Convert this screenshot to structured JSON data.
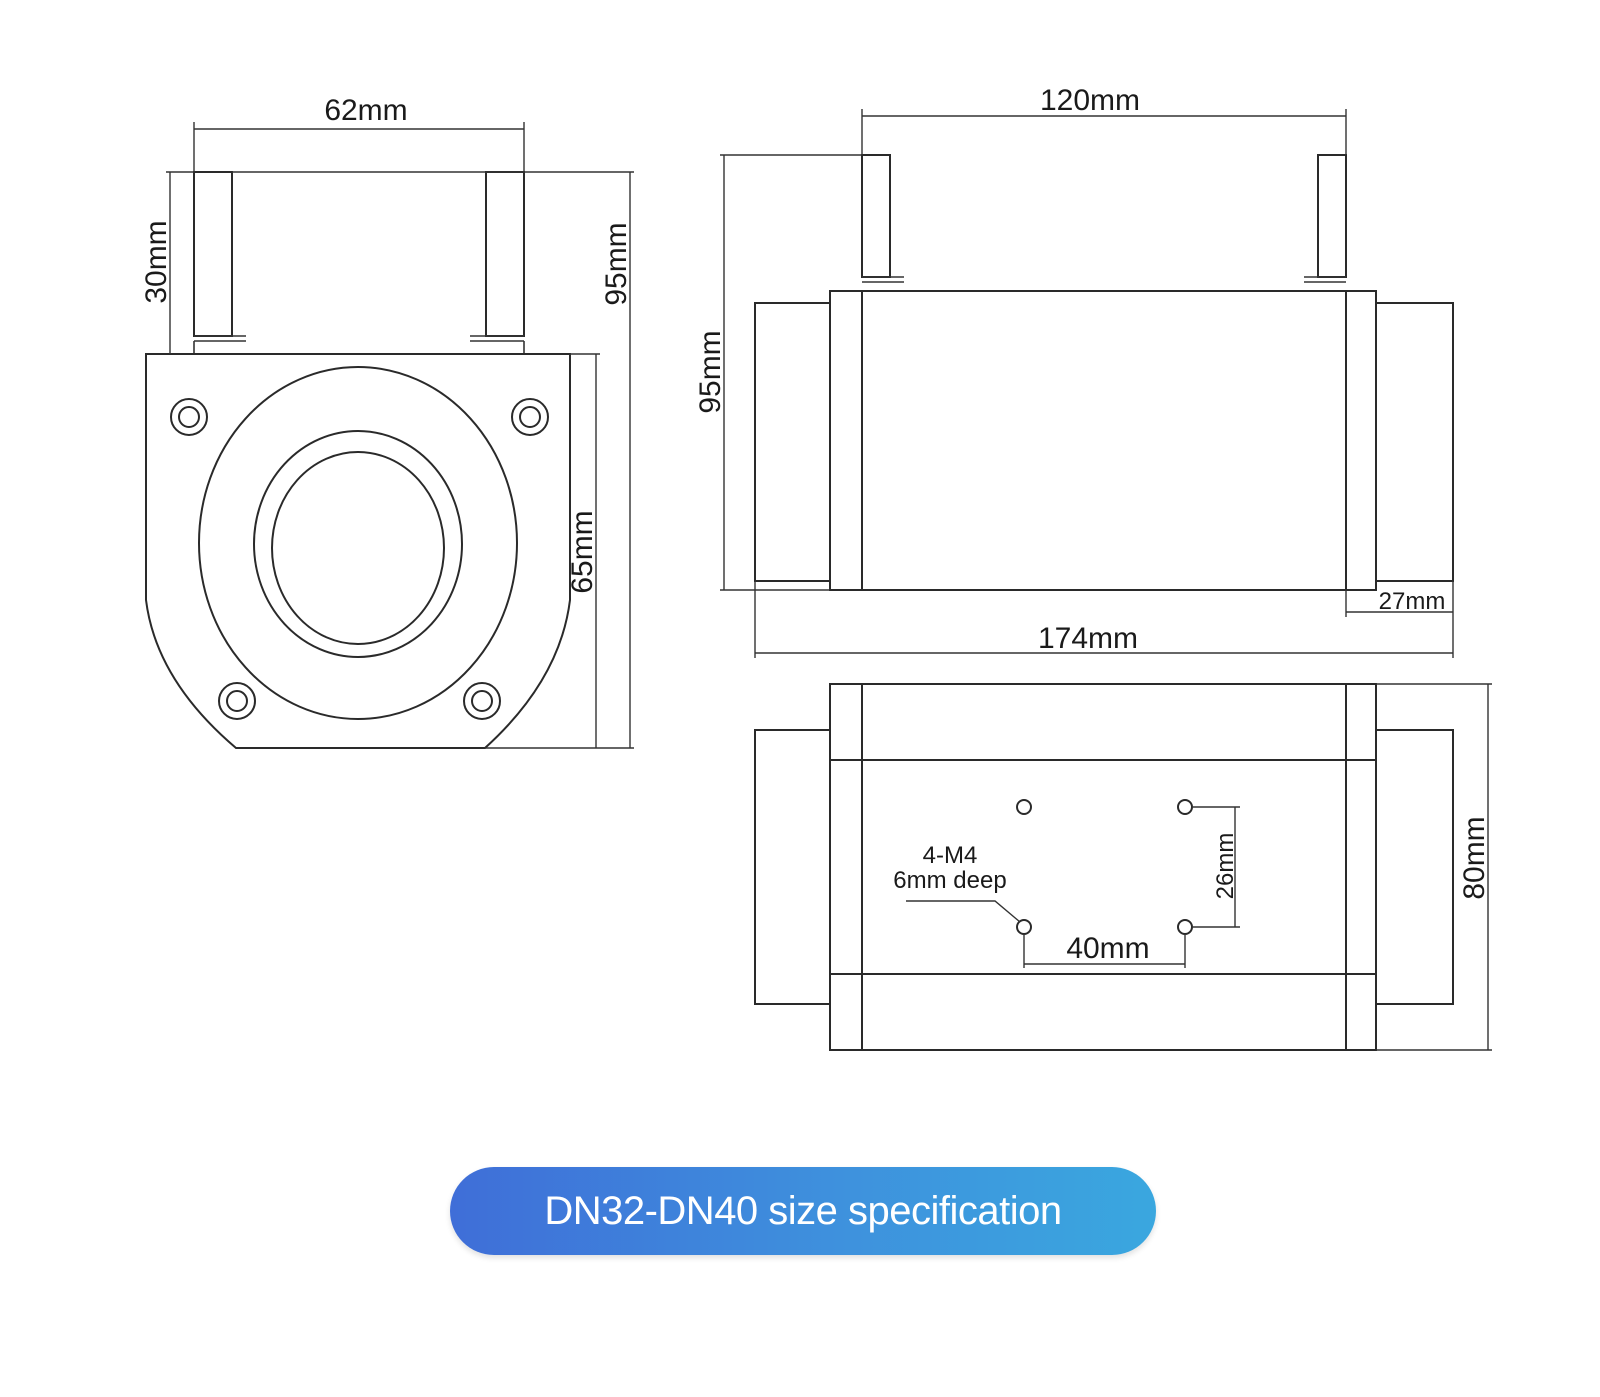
{
  "front_view": {
    "width_label": "62mm",
    "bracket_height_label": "30mm",
    "total_height_label": "95mm",
    "body_height_label": "65mm"
  },
  "side_view": {
    "bracket_span_label": "120mm",
    "total_height_label": "95mm",
    "end_length_label": "27mm",
    "total_length_label": "174mm"
  },
  "bottom_view": {
    "thread_label_line1": "4-M4",
    "thread_label_line2": "6mm deep",
    "hole_vertical_spacing_label": "26mm",
    "hole_horizontal_spacing_label": "40mm",
    "width_label": "80mm"
  },
  "banner": {
    "text": "DN32-DN40 size specification"
  }
}
